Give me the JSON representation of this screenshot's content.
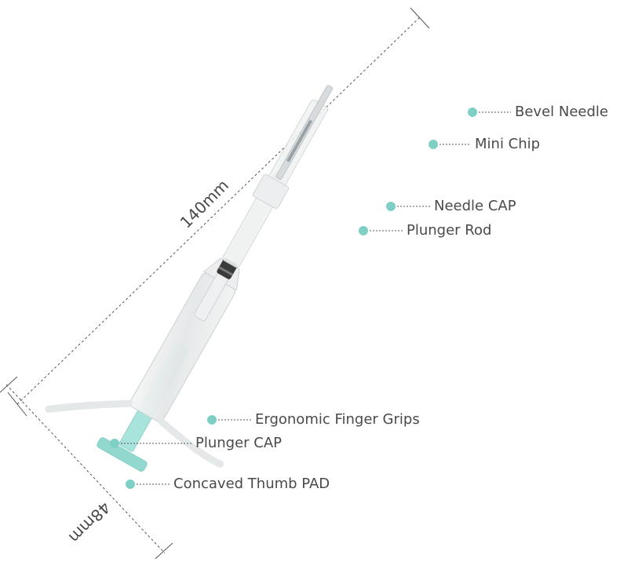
{
  "dimensions": {
    "length": "140mm",
    "width": "48mm"
  },
  "callouts": {
    "bevel_needle": "Bevel Needle",
    "mini_chip": "Mini Chip",
    "needle_cap": "Needle CAP",
    "plunger_rod": "Plunger Rod",
    "finger_grips": "Ergonomic Finger Grips",
    "plunger_cap": "Plunger CAP",
    "thumb_pad": "Concaved Thumb PAD"
  },
  "colors": {
    "dot": "#7fcfc5",
    "teal": "#a9e4dc",
    "line": "#555555",
    "text": "#4a4a4a"
  }
}
